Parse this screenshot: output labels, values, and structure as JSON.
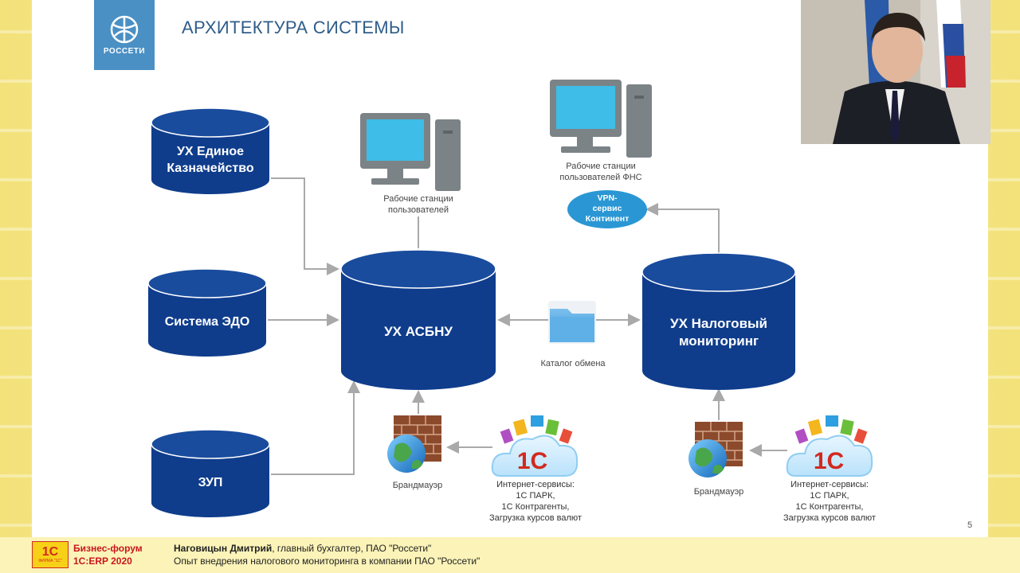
{
  "slide": {
    "title": "АРХИТЕКТУРА СИСТЕМЫ",
    "logo_text": "РОССЕТИ",
    "page_number": "5"
  },
  "nodes": {
    "treasury": [
      "УХ Единое",
      "Казначейство"
    ],
    "edo": "Система ЭДО",
    "zup": "ЗУП",
    "asbnu": "УХ АСБНУ",
    "tax": [
      "УХ Налоговый",
      "мониторинг"
    ],
    "vpn": [
      "VPN-",
      "сервис",
      "Континент"
    ]
  },
  "labels": {
    "workstations": [
      "Рабочие станции",
      "пользователей"
    ],
    "fns_workstations": [
      "Рабочие станции",
      "пользователей ФНС"
    ],
    "exchange": "Каталог обмена",
    "firewall_left": "Брандмауэр",
    "firewall_right": "Брандмауэр",
    "internet_left": [
      "Интернет-сервисы:",
      "1С ПАРК,",
      "1С Контрагенты,",
      "Загрузка курсов валют"
    ],
    "internet_right": [
      "Интернет-сервисы:",
      "1С ПАРК,",
      "1С Контрагенты,",
      "Загрузка курсов валют"
    ],
    "onec_mark": "1С"
  },
  "colors": {
    "node_fill": "#0f3d8c",
    "node_top": "#1a4c9e",
    "connector": "#a9a9a9",
    "title": "#2f5d8a"
  },
  "footer": {
    "logo_big": "1С",
    "logo_small": "ФИРМА \"1С\"",
    "forum_line1": "Бизнес-форум",
    "forum_line2": "1С:ERP 2020",
    "speaker_name": "Наговицын Дмитрий",
    "speaker_role": ", главный бухгалтер, ПАО \"Россети\"",
    "talk_title": "Опыт внедрения налогового мониторинга в компании ПАО \"Россети\""
  }
}
